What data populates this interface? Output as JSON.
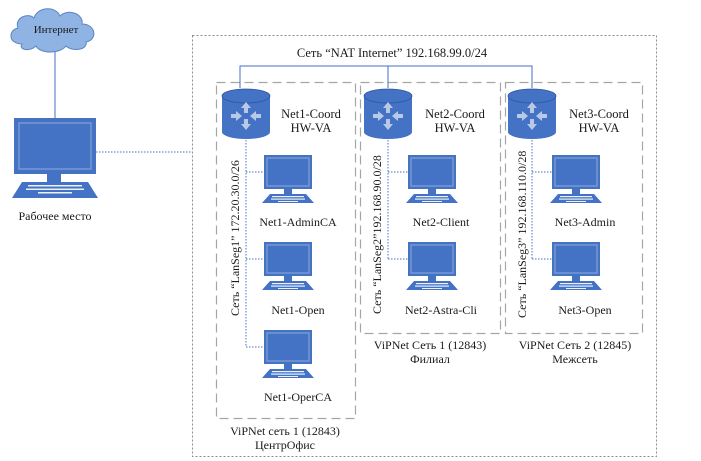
{
  "internet": {
    "label": "Интернет",
    "icon": "cloud-icon"
  },
  "workstation": {
    "label": "Рабочее место",
    "icon": "workstation-icon"
  },
  "nat_network": {
    "label": "Сеть “NAT Internet” 192.168.99.0/24"
  },
  "networks": [
    {
      "id": "net1",
      "coordinator": {
        "name": "Net1-Coord",
        "model": "HW-VA",
        "icon": "coordinator-icon"
      },
      "segment": "Сеть “LanSeg1” 172.20.30.0/26",
      "hosts": [
        "Net1-AdminCA",
        "Net1-Open",
        "Net1-OperCA"
      ],
      "caption_line1": "ViPNet сеть 1 (12843)",
      "caption_line2": "ЦентрОфис"
    },
    {
      "id": "net2",
      "coordinator": {
        "name": "Net2-Coord",
        "model": "HW-VA",
        "icon": "coordinator-icon"
      },
      "segment": "Сеть “LanSeg2”192.168.90.0/28",
      "hosts": [
        "Net2-Client",
        "Net2-Astra-Cli"
      ],
      "caption_line1": "ViPNet Сеть 1 (12843)",
      "caption_line2": "Филиал"
    },
    {
      "id": "net3",
      "coordinator": {
        "name": "Net3-Coord",
        "model": "HW-VA",
        "icon": "coordinator-icon"
      },
      "segment": "Сеть “LanSeg3” 192.168.110.0/28",
      "hosts": [
        "Net3-Admin",
        "Net3-Open"
      ],
      "caption_line1": "ViPNet Сеть 2 (12845)",
      "caption_line2": "Межсеть"
    }
  ],
  "colors": {
    "device_fill": "#4472c4",
    "device_dark": "#2f5597",
    "cloud_fill": "#8fb4e3",
    "frame_dash": "#a6a6a6",
    "link_solid": "#4472c4",
    "link_dotted": "#4472c4"
  }
}
